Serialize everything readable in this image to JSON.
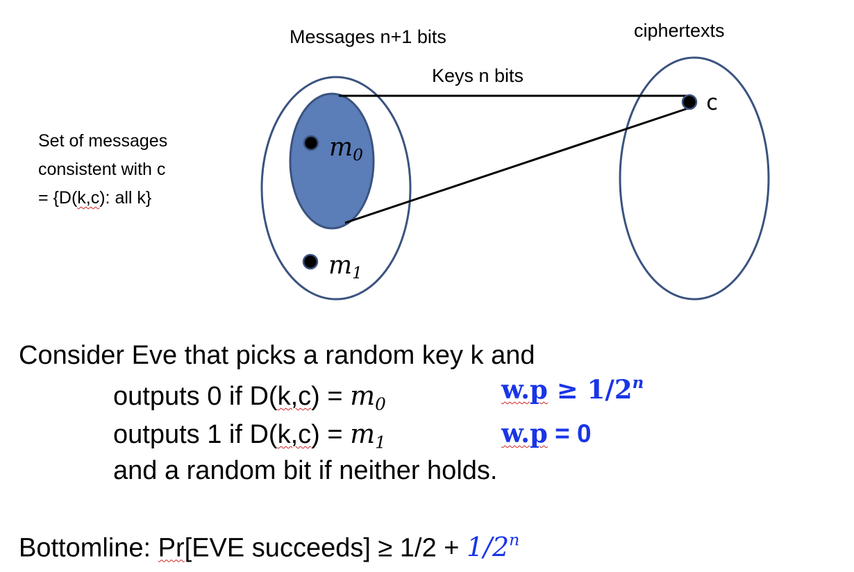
{
  "diagram": {
    "messages_label": "Messages n+1 bits",
    "ciphertexts_label": "ciphertexts",
    "keys_label": "Keys n bits",
    "c_label": "c",
    "m0": {
      "base": "m",
      "sub": "0"
    },
    "m1": {
      "base": "m",
      "sub": "1"
    },
    "side_note": {
      "line1": "Set of messages",
      "line2": "consistent with c",
      "line3_pre": "= {D(",
      "line3_kc": "k,c",
      "line3_post": "): all k}"
    },
    "colors": {
      "ellipse_stroke": "#3b5380",
      "shaded_fill": "#5b7db8",
      "dot": "#000000",
      "accent_blue": "#1a35e6",
      "spell_underline": "#d42020"
    }
  },
  "text": {
    "line1": "Consider Eve that picks a random key k and",
    "line2": {
      "pre": "outputs 0 if D(",
      "kc": "k,c",
      "mid": ") = ",
      "m": "m",
      "sub": "0",
      "wp": "w.p",
      "rel": " ≥ 1/2",
      "exp": "n"
    },
    "line3": {
      "pre": "outputs 1 if D(",
      "kc": "k,c",
      "mid": ") = ",
      "m": "m",
      "sub": "1",
      "wp": "w.p",
      "rest": " = 0"
    },
    "line4": "and a random bit if neither holds.",
    "bottom": {
      "pre": "Bottomline: ",
      "pr": "Pr",
      "mid": "[EVE succeeds] ≥ 1/2 + ",
      "frac": "1/2",
      "exp": "n"
    }
  }
}
